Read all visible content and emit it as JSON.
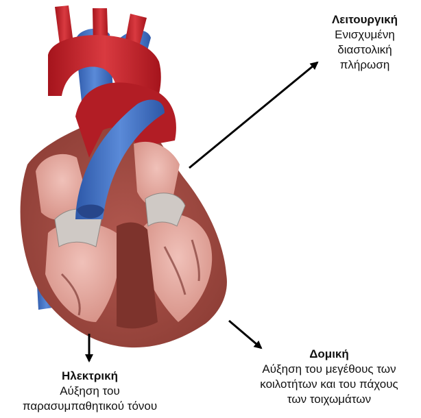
{
  "labels": {
    "functional": {
      "title": "Λειτουργική",
      "lines": [
        "Ενισχυμένη",
        "διαστολική",
        "πλήρωση"
      ]
    },
    "structural": {
      "title": "Δομική",
      "lines": [
        "Αύξηση του μεγέθους των",
        "κοιλοτήτων και του πάχους",
        "των τοιχωμάτων"
      ]
    },
    "electrical": {
      "title": "Ηλεκτρική",
      "lines": [
        "Αύξηση του",
        "παρασυμπαθητικού τόνου"
      ]
    }
  },
  "colors": {
    "arrow": "#000000",
    "vein_blue": "#3f6fc4",
    "artery_red": "#c8202a",
    "myocardium": "#c97a6e",
    "cavity": "#e3a79e",
    "valve": "#c9c4c0"
  },
  "illustration": {
    "icon": "heart-cross-section-icon"
  }
}
